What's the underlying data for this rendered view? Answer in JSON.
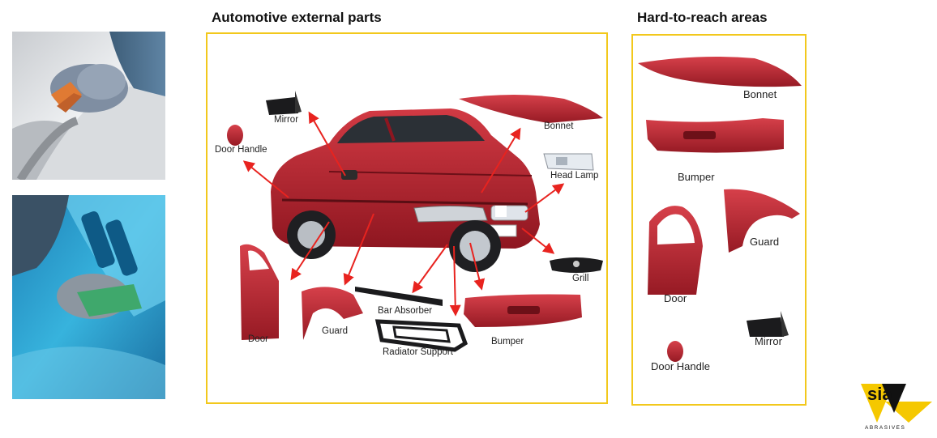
{
  "headings": {
    "external": "Automotive external parts",
    "hard_to_reach": "Hard-to-reach areas"
  },
  "external_parts": {
    "mirror": "Mirror",
    "door_handle": "Door Handle",
    "bonnet": "Bonnet",
    "head_lamp": "Head Lamp",
    "grill": "Grill",
    "door": "Door",
    "guard": "Guard",
    "bar_absorber": "Bar Absorber",
    "radiator_support": "Radiator Support",
    "bumper": "Bumper"
  },
  "hard_to_reach_parts": {
    "bonnet": "Bonnet",
    "bumper": "Bumper",
    "guard": "Guard",
    "door": "Door",
    "mirror": "Mirror",
    "door_handle": "Door Handle"
  },
  "logo": {
    "brand": "sia",
    "tagline": "ABRASIVES"
  },
  "colors": {
    "frame_border": "#f2c81c",
    "arrow": "#e8231f",
    "car_body": "#b8202b",
    "logo_yellow": "#f5c800"
  },
  "icons": {
    "arrow": "arrow-icon",
    "logo": "sia-abrasives-logo"
  }
}
